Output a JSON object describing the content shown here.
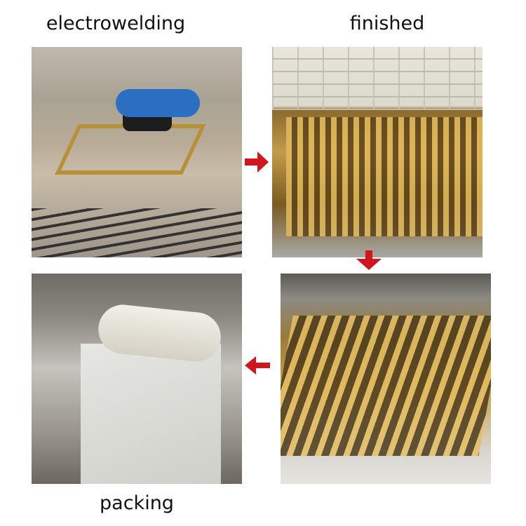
{
  "labels": {
    "top_left": "electrowelding",
    "top_right": "finished",
    "bottom_left": "packing"
  },
  "colors": {
    "arrow": "#d0161e"
  },
  "arrows": [
    "arrow-right",
    "arrow-down",
    "arrow-left"
  ]
}
